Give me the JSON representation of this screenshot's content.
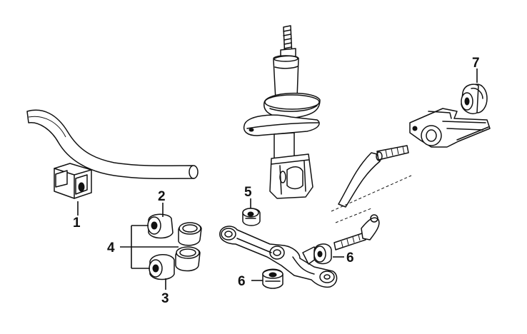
{
  "callouts": {
    "c1": "1",
    "c2": "2",
    "c3": "3",
    "c4": "4",
    "c5": "5",
    "c6a": "6",
    "c6b": "6",
    "c7": "7"
  },
  "colors": {
    "line": "#111111",
    "fill": "#ffffff"
  }
}
